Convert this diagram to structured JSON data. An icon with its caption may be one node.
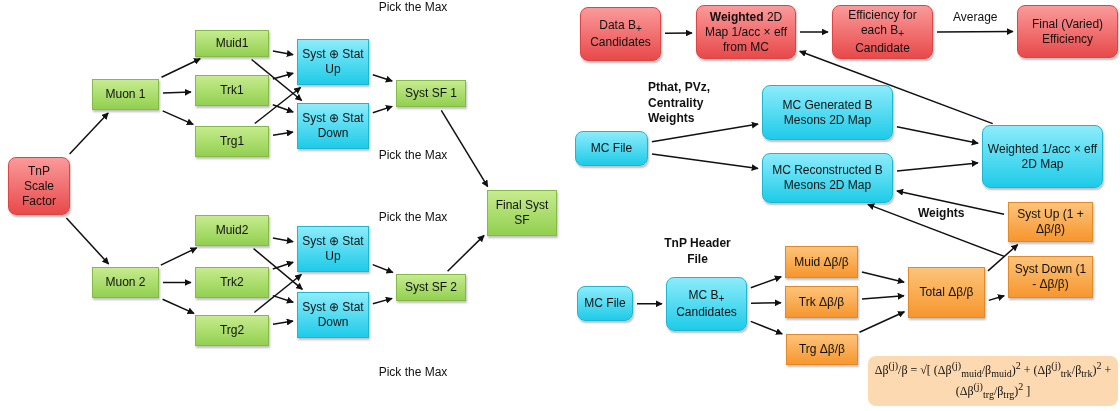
{
  "diagram": {
    "nodes": [
      {
        "text": [
          "TnP Scale Factor"
        ]
      },
      {
        "text": [
          "Muon 1"
        ]
      },
      {
        "text": [
          "Muid1"
        ]
      },
      {
        "text": [
          "Trk1"
        ]
      },
      {
        "text": [
          "Trg1"
        ]
      },
      {
        "text": [
          "Syst ⊕ Stat Up"
        ]
      },
      {
        "text": [
          "Syst ⊕ Stat Down"
        ]
      },
      {
        "text": [
          "Syst SF 1"
        ]
      },
      {
        "text": [
          "Final Syst SF"
        ]
      },
      {
        "text": [
          "Muon 2"
        ]
      },
      {
        "text": [
          "Muid2"
        ]
      },
      {
        "text": [
          "Trk2"
        ]
      },
      {
        "text": [
          "Trg2"
        ]
      },
      {
        "text": [
          "Syst ⊕ Stat Up"
        ]
      },
      {
        "text": [
          "Syst ⊕ Stat Down"
        ]
      },
      {
        "text": [
          "Syst SF 2"
        ]
      },
      {
        "text": [
          "Data B$_{+}$ Candidates"
        ]
      },
      {
        "text": [
          "**Weighted** 2D Map 1/acc × eff from MC"
        ]
      },
      {
        "text": [
          "Efficiency for each B$_{+}$ Candidate"
        ]
      },
      {
        "text": [
          "Final (Varied) Efficiency"
        ]
      },
      {
        "text": [
          "MC File"
        ]
      },
      {
        "text": [
          "MC Generated B Mesons 2D Map"
        ]
      },
      {
        "text": [
          "MC Reconstructed B Mesons 2D Map"
        ]
      },
      {
        "text": [
          "Weighted 1/acc × eff 2D Map"
        ]
      },
      {
        "text": [
          "Syst Up (1 + Δβ/β)"
        ]
      },
      {
        "text": [
          "Syst Down (1 - Δβ/β)"
        ]
      },
      {
        "text": [
          "MC File"
        ]
      },
      {
        "text": [
          "MC B$_{+}$ Candidates"
        ]
      },
      {
        "text": [
          "Muid Δβ/β"
        ]
      },
      {
        "text": [
          "Trk Δβ/β"
        ]
      },
      {
        "text": [
          "Trg Δβ/β"
        ]
      },
      {
        "text": [
          "Total Δβ/β"
        ]
      },
      {
        "text": [
          "Δβ$^{(j)}$/β = √[ (Δβ$^{(j)}$$_{muid}$/β$_{muid}$)$^{2}$ + (Δβ$^{(j)}$$_{trk}$/β$_{trk}$)$^{2}$ + (Δβ$^{(j)}$$_{trg}$/β$_{trg}$)$^{2}$ ]"
        ]
      }
    ],
    "edges": [
      {
        "from": 0,
        "to": 1,
        "arrow": "to"
      },
      {
        "from": 0,
        "to": 9,
        "arrow": "to"
      },
      {
        "from": 1,
        "to": 2,
        "arrow": "to"
      },
      {
        "from": 1,
        "to": 3,
        "arrow": "to"
      },
      {
        "from": 1,
        "to": 4,
        "arrow": "to"
      },
      {
        "from": 2,
        "to": 5,
        "arrow": "to"
      },
      {
        "from": 2,
        "to": 6,
        "arrow": "to"
      },
      {
        "from": 3,
        "to": 5,
        "arrow": "to"
      },
      {
        "from": 3,
        "to": 6,
        "arrow": "to"
      },
      {
        "from": 4,
        "to": 5,
        "arrow": "to"
      },
      {
        "from": 4,
        "to": 6,
        "arrow": "to"
      },
      {
        "from": 5,
        "to": 7,
        "arrow": "to"
      },
      {
        "from": 6,
        "to": 7,
        "arrow": "to"
      },
      {
        "from": 7,
        "to": 8,
        "arrow": "to"
      },
      {
        "from": 9,
        "to": 10,
        "arrow": "to"
      },
      {
        "from": 9,
        "to": 11,
        "arrow": "to"
      },
      {
        "from": 9,
        "to": 12,
        "arrow": "to"
      },
      {
        "from": 10,
        "to": 13,
        "arrow": "to"
      },
      {
        "from": 10,
        "to": 14,
        "arrow": "to"
      },
      {
        "from": 11,
        "to": 13,
        "arrow": "to"
      },
      {
        "from": 11,
        "to": 14,
        "arrow": "to"
      },
      {
        "from": 12,
        "to": 13,
        "arrow": "to"
      },
      {
        "from": 12,
        "to": 14,
        "arrow": "to"
      },
      {
        "from": 13,
        "to": 15,
        "arrow": "to"
      },
      {
        "from": 14,
        "to": 15,
        "arrow": "to"
      },
      {
        "from": 15,
        "to": 8,
        "arrow": "to"
      },
      {
        "from": 16,
        "to": 17,
        "arrow": "to"
      },
      {
        "from": 17,
        "to": 18,
        "arrow": "to"
      },
      {
        "from": 18,
        "to": 19,
        "label": "Average",
        "arrow": "to"
      },
      {
        "from": 23,
        "to": 17,
        "arrow": "to"
      },
      {
        "from": 20,
        "to": 21,
        "arrow": "to"
      },
      {
        "from": 20,
        "to": 22,
        "arrow": "to"
      },
      {
        "from": 21,
        "to": 23,
        "arrow": "to"
      },
      {
        "from": 22,
        "to": 23,
        "arrow": "to"
      },
      {
        "from": 26,
        "to": 27,
        "arrow": "to"
      },
      {
        "from": 27,
        "to": 28,
        "arrow": "to"
      },
      {
        "from": 27,
        "to": 29,
        "arrow": "to"
      },
      {
        "from": 27,
        "to": 30,
        "arrow": "to"
      },
      {
        "from": 28,
        "to": 31,
        "arrow": "to"
      },
      {
        "from": 29,
        "to": 31,
        "arrow": "to"
      },
      {
        "from": 30,
        "to": 31,
        "arrow": "to"
      },
      {
        "from": 31,
        "to": 24,
        "arrow": "to"
      },
      {
        "from": 31,
        "to": 25,
        "arrow": "to"
      },
      {
        "from": 24,
        "to": 22,
        "arrow": "to"
      },
      {
        "from": 25,
        "to": 22,
        "arrow": "to"
      }
    ],
    "labels": [
      "Pick the Max",
      "Pick the Max",
      "Pick the Max",
      "Pick the Max",
      "Pthat, PVz, Centrality Weights",
      "Weights",
      "TnP Header File"
    ]
  }
}
